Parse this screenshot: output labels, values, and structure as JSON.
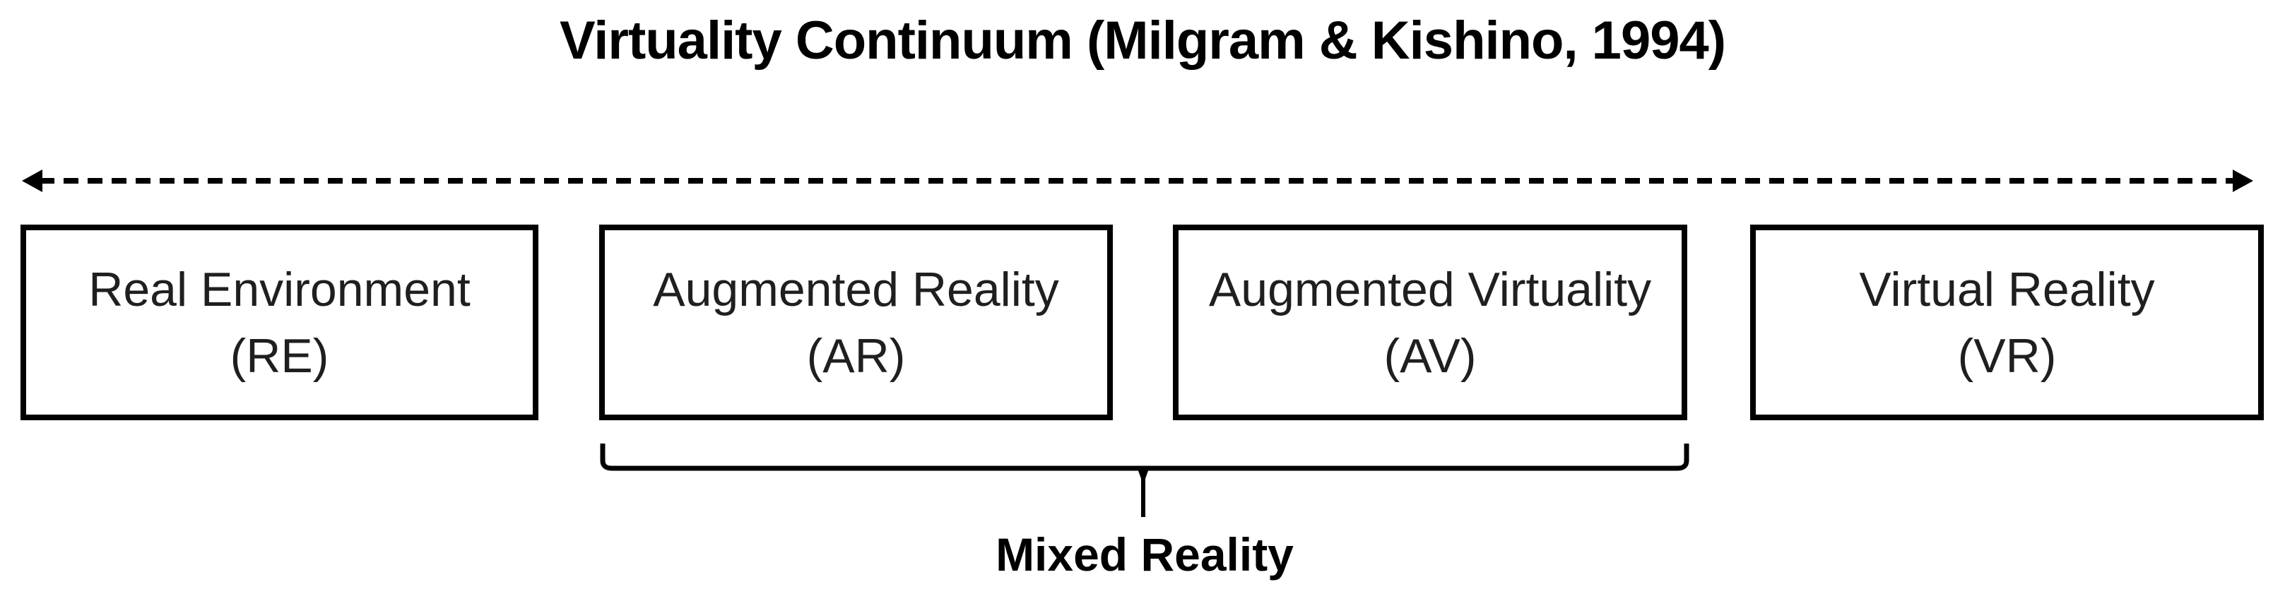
{
  "title": "Virtuality Continuum (Milgram & Kishino, 1994)",
  "colors": {
    "ink": "#000000",
    "box_text": "#1f1f1f",
    "background": "#ffffff"
  },
  "axis": {
    "icon": "double-headed-dashed-arrow"
  },
  "boxes": [
    {
      "name": "Real Environment",
      "abbr": "(RE)"
    },
    {
      "name": "Augmented Reality",
      "abbr": "(AR)"
    },
    {
      "name": "Augmented Virtuality",
      "abbr": "(AV)"
    },
    {
      "name": "Virtual Reality",
      "abbr": "(VR)"
    }
  ],
  "brace": {
    "icon": "horizontal-brace-with-center-stem",
    "label": "Mixed Reality"
  }
}
